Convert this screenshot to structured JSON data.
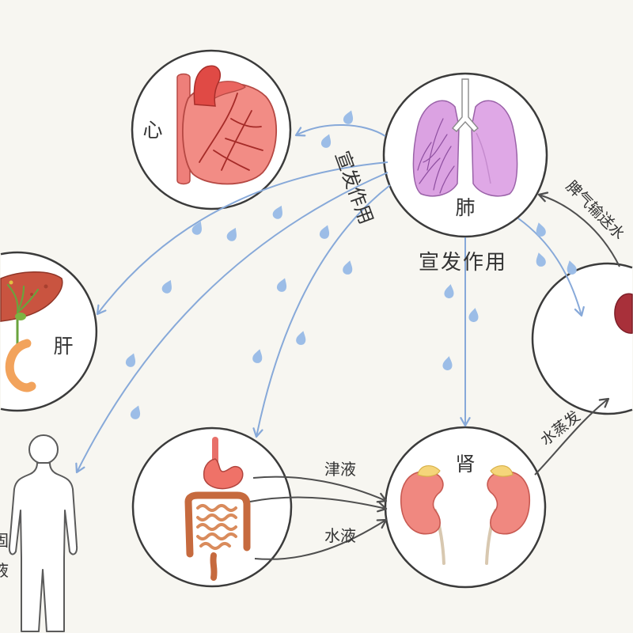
{
  "diagram": {
    "organs": {
      "heart": {
        "label": "心"
      },
      "lung": {
        "label": "肺"
      },
      "liver": {
        "label": "肝"
      },
      "kidney": {
        "label": "肾"
      }
    },
    "edge_labels": {
      "lung_dispersing_diagonal": "宣发作用",
      "lung_dispersing_below_lung": "宣发作用",
      "spleen_to_lung": "脾气输送水",
      "kidney_to_spleen": "水蒸发",
      "intestine_to_kidney_upper": "津液",
      "intestine_to_kidney_lower": "水液"
    },
    "edge_fragments": [
      "固",
      "液"
    ]
  },
  "colors": {
    "background": "#f7f6f1",
    "circle_stroke": "#3b3b3b",
    "fluid_flow": "#87a9d9",
    "organ_flow": "#4f4f4f",
    "water_drop": "#9cbde7",
    "text": "#333333"
  }
}
